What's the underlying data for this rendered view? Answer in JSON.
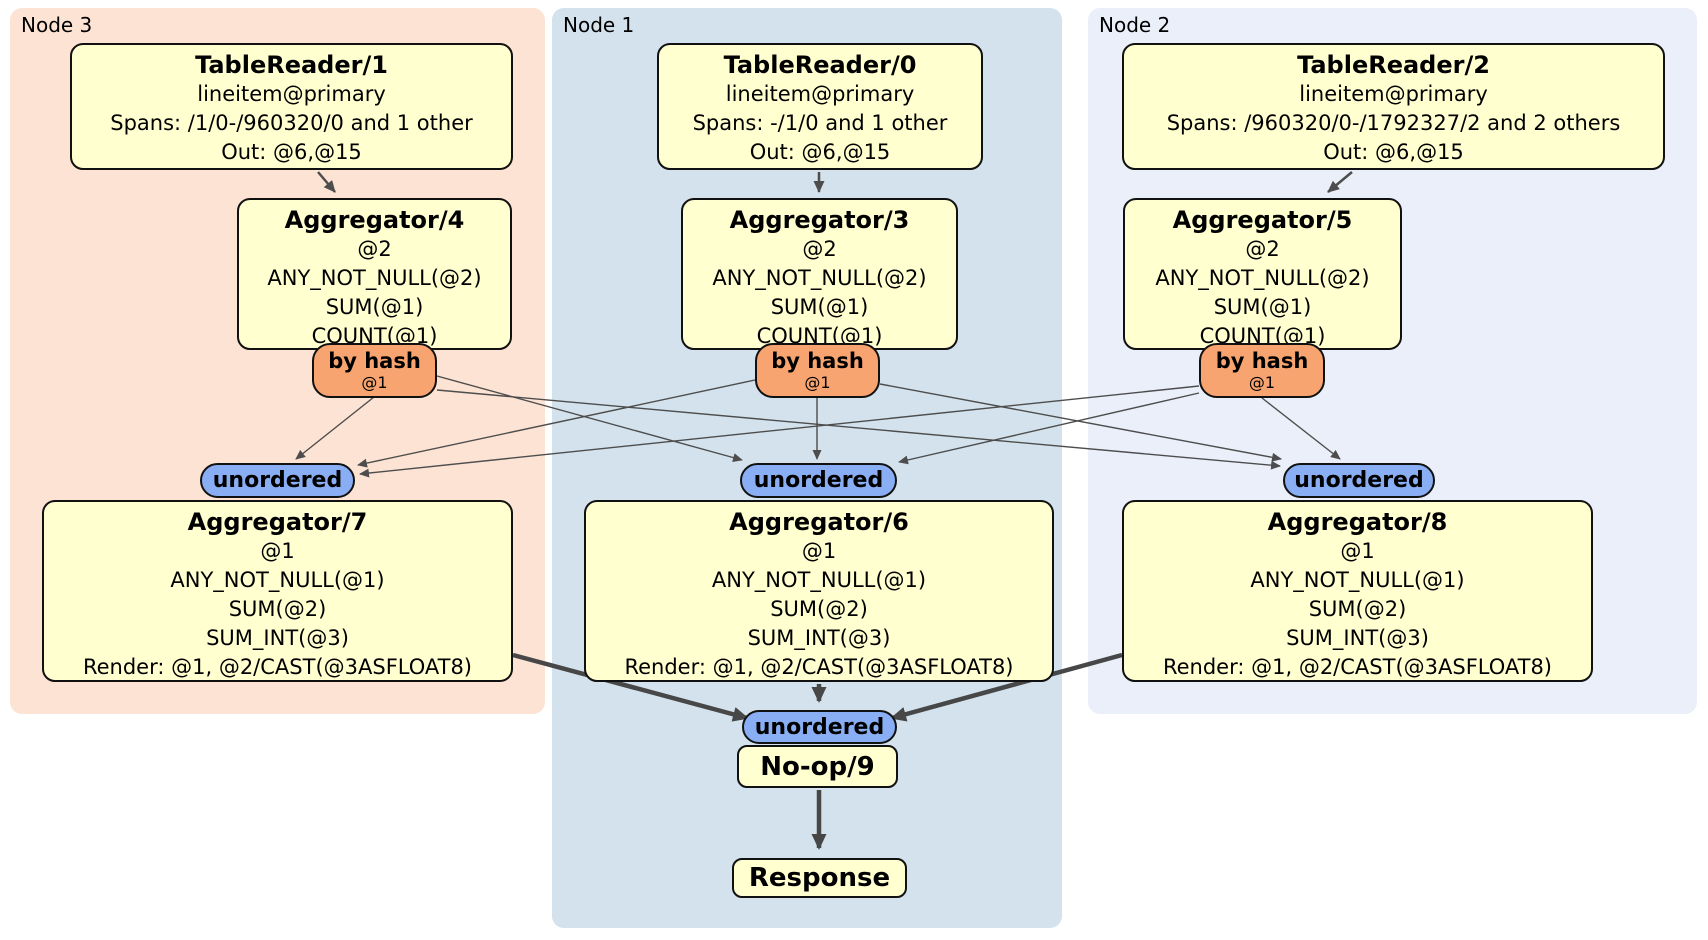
{
  "colors": {
    "page-bg": "#ffffff",
    "node3-bg": "#fde3d3",
    "node1-bg": "#d3e2ec",
    "node2-bg": "#eaeff9",
    "box-bg": "#ffffd0",
    "box-border": "#111111",
    "router-bg": "#f8a470",
    "sync-bg": "#89aef3",
    "edge": "#4d4d4d"
  },
  "groups": [
    {
      "label": "Node 3"
    },
    {
      "label": "Node 1"
    },
    {
      "label": "Node 2"
    }
  ],
  "processors": {
    "tr1": {
      "title": "TableReader/1",
      "lines": [
        "lineitem@primary",
        "Spans: /1/0-/960320/0 and 1 other",
        "Out: @6,@15"
      ]
    },
    "tr0": {
      "title": "TableReader/0",
      "lines": [
        "lineitem@primary",
        "Spans: -/1/0 and 1 other",
        "Out: @6,@15"
      ]
    },
    "tr2": {
      "title": "TableReader/2",
      "lines": [
        "lineitem@primary",
        "Spans: /960320/0-/1792327/2 and 2 others",
        "Out: @6,@15"
      ]
    },
    "agg4": {
      "title": "Aggregator/4",
      "lines": [
        "@2",
        "ANY_NOT_NULL(@2)",
        "SUM(@1)",
        "COUNT(@1)"
      ]
    },
    "agg3": {
      "title": "Aggregator/3",
      "lines": [
        "@2",
        "ANY_NOT_NULL(@2)",
        "SUM(@1)",
        "COUNT(@1)"
      ]
    },
    "agg5": {
      "title": "Aggregator/5",
      "lines": [
        "@2",
        "ANY_NOT_NULL(@2)",
        "SUM(@1)",
        "COUNT(@1)"
      ]
    },
    "agg7": {
      "title": "Aggregator/7",
      "lines": [
        "@1",
        "ANY_NOT_NULL(@1)",
        "SUM(@2)",
        "SUM_INT(@3)",
        "Render: @1, @2/CAST(@3ASFLOAT8)"
      ]
    },
    "agg6": {
      "title": "Aggregator/6",
      "lines": [
        "@1",
        "ANY_NOT_NULL(@1)",
        "SUM(@2)",
        "SUM_INT(@3)",
        "Render: @1, @2/CAST(@3ASFLOAT8)"
      ]
    },
    "agg8": {
      "title": "Aggregator/8",
      "lines": [
        "@1",
        "ANY_NOT_NULL(@1)",
        "SUM(@2)",
        "SUM_INT(@3)",
        "Render: @1, @2/CAST(@3ASFLOAT8)"
      ]
    },
    "noop": {
      "title": "No-op/9"
    },
    "response": {
      "title": "Response"
    }
  },
  "routers": [
    {
      "label": "by hash",
      "sub": "@1"
    },
    {
      "label": "by hash",
      "sub": "@1"
    },
    {
      "label": "by hash",
      "sub": "@1"
    }
  ],
  "syncs": [
    {
      "label": "unordered"
    },
    {
      "label": "unordered"
    },
    {
      "label": "unordered"
    },
    {
      "label": "unordered"
    }
  ]
}
